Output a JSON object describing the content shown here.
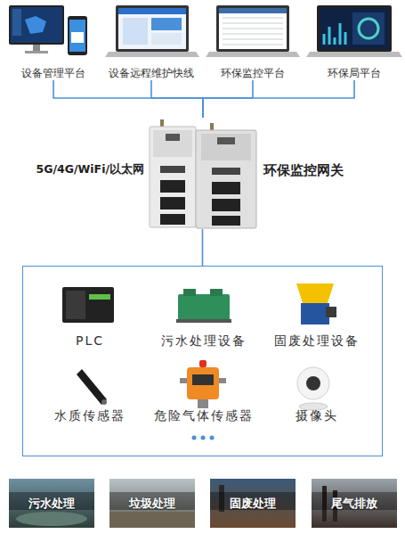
{
  "diagram": {
    "nodes": [
      {
        "text": [
          "设备管理平台"
        ]
      },
      {
        "text": [
          "设备远程维护快线"
        ]
      },
      {
        "text": [
          "环保监控平台"
        ]
      },
      {
        "text": [
          "环保局平台"
        ]
      },
      {
        "text": [
          "5G/4G/WiFi/以太网",
          "环保监控网关"
        ]
      },
      {
        "text": []
      },
      {
        "text": [
          "PLC"
        ],
        "in": 5
      },
      {
        "text": [
          "污水处理设备"
        ],
        "in": 5
      },
      {
        "text": [
          "固废处理设备"
        ],
        "in": 5
      },
      {
        "text": [
          "水质传感器"
        ],
        "in": 5
      },
      {
        "text": [
          "危险气体传感器"
        ],
        "in": 5
      },
      {
        "text": [
          "摄像头"
        ],
        "in": 5
      },
      {
        "text": [
          "污水处理"
        ]
      },
      {
        "text": [
          "垃圾处理"
        ]
      },
      {
        "text": [
          "固废处理"
        ]
      },
      {
        "text": [
          "尾气排放"
        ]
      }
    ],
    "edges": [
      {
        "from": 0,
        "to": 4,
        "arrow": "none"
      },
      {
        "from": 1,
        "to": 4,
        "arrow": "none"
      },
      {
        "from": 2,
        "to": 4,
        "arrow": "none"
      },
      {
        "from": 3,
        "to": 4,
        "arrow": "none"
      },
      {
        "from": 4,
        "to": 5,
        "arrow": "none"
      }
    ]
  }
}
